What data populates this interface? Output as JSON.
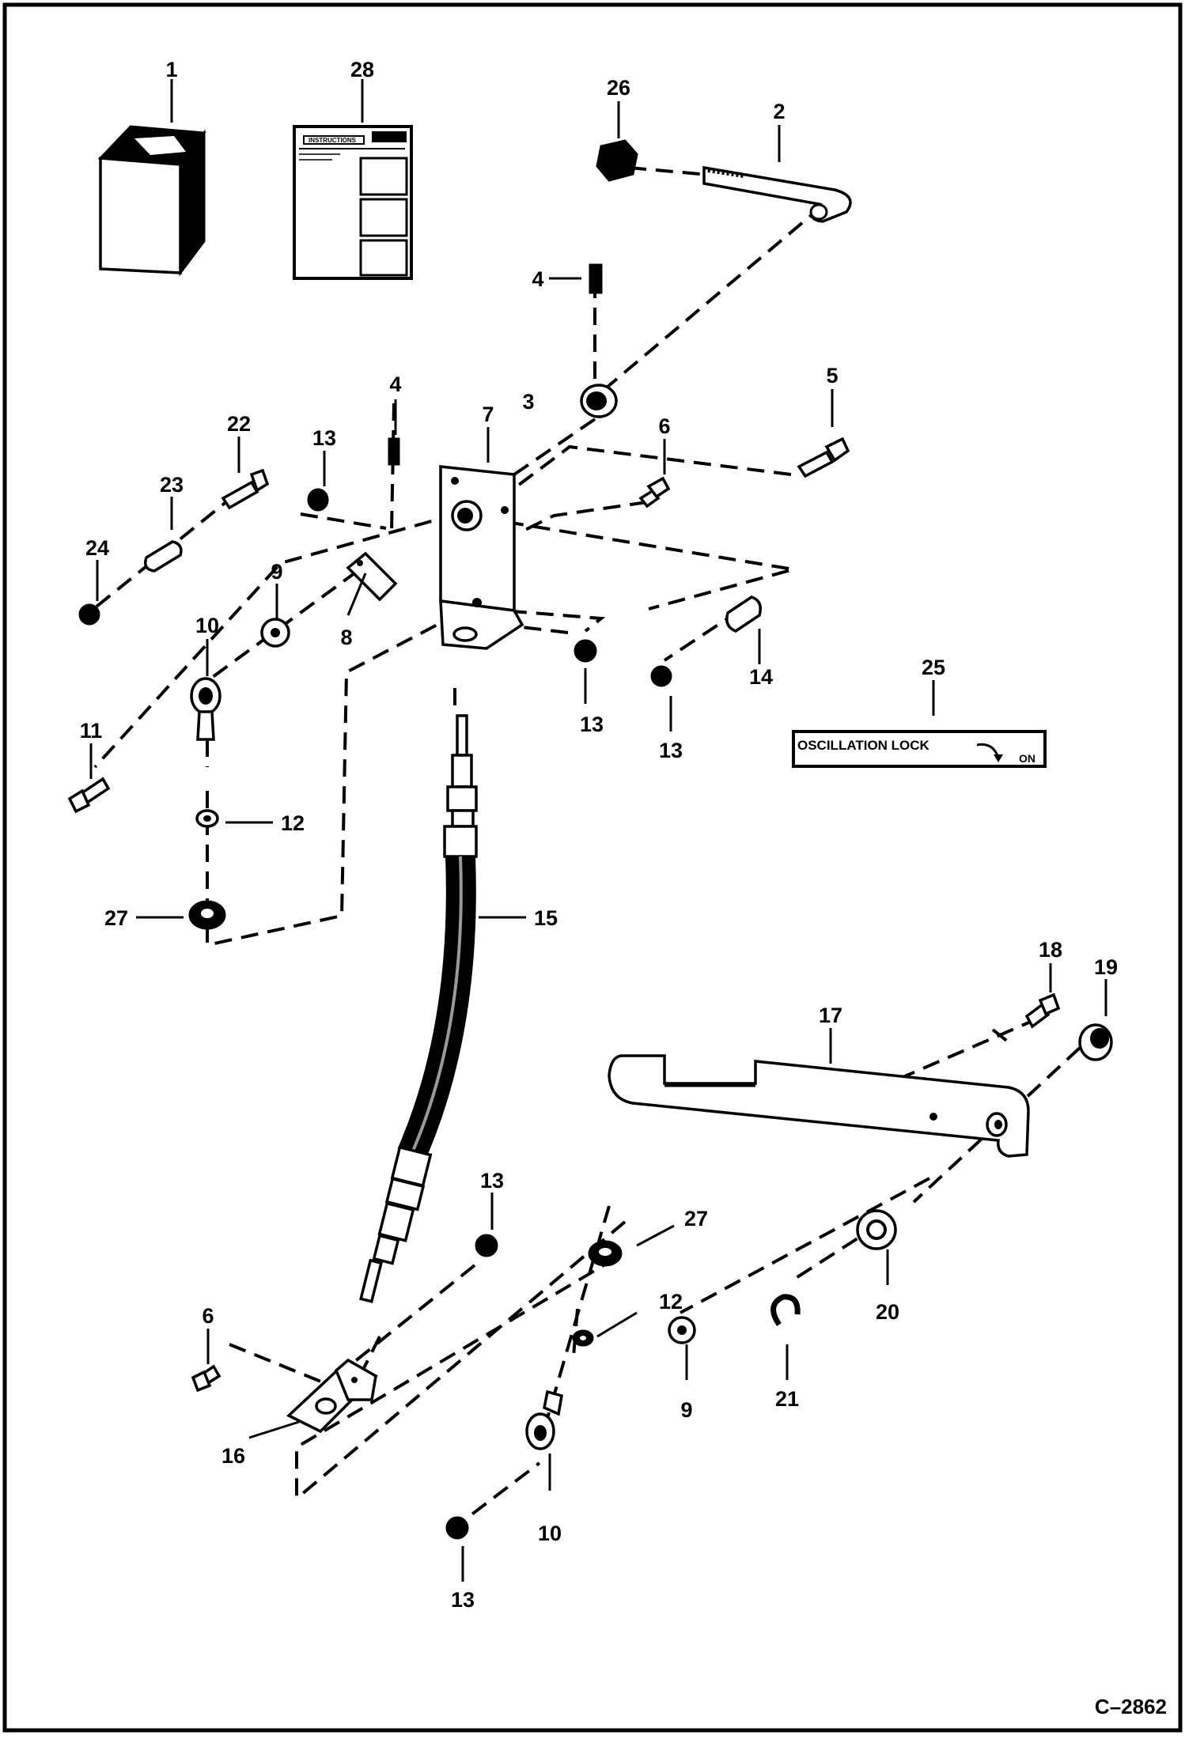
{
  "drawing_number": "C–2862",
  "decal_25": {
    "text": "OSCILLATION LOCK",
    "state": "ON"
  },
  "manual_28": {
    "header": "INSTRUCTIONS"
  },
  "callouts": [
    "1",
    "28",
    "26",
    "2",
    "4",
    "3",
    "4",
    "5",
    "6",
    "7",
    "22",
    "13",
    "23",
    "24",
    "9",
    "8",
    "10",
    "13",
    "14",
    "13",
    "25",
    "11",
    "12",
    "27",
    "15",
    "18",
    "19",
    "17",
    "13",
    "27",
    "6",
    "12",
    "9",
    "20",
    "21",
    "16",
    "10",
    "13"
  ]
}
